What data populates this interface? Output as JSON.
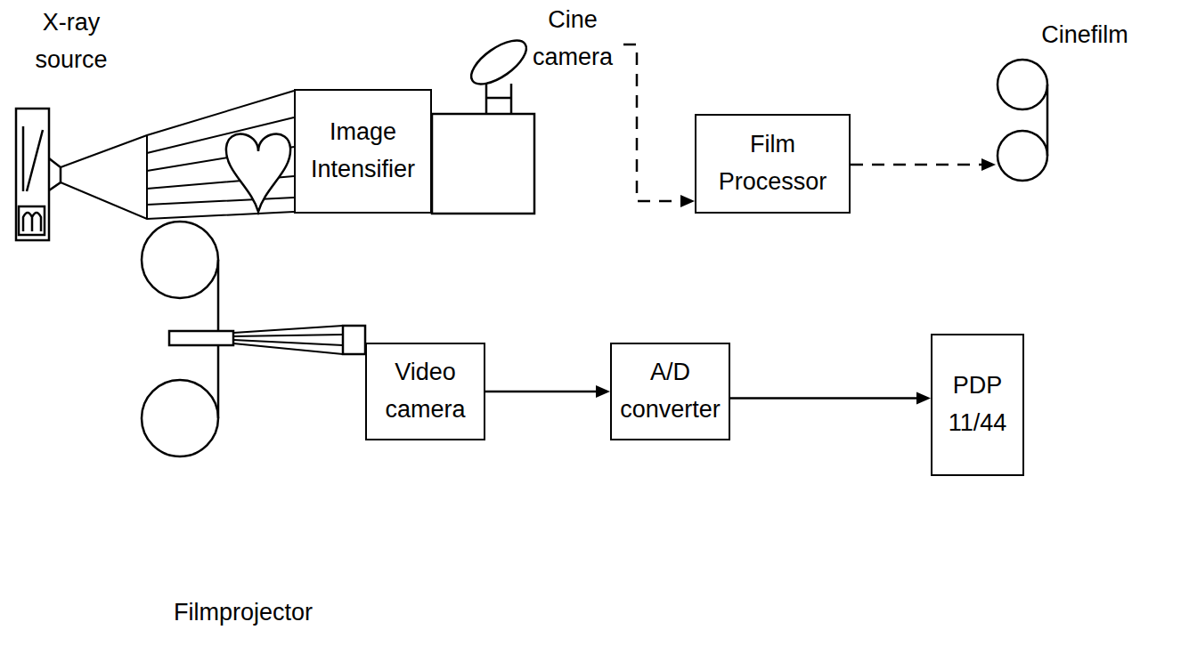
{
  "diagram": {
    "nodes": [
      {
        "text": [
          "Cine camera"
        ]
      },
      {
        "text": [
          "Image Intensifier"
        ]
      },
      {
        "text": [
          "Film Processor"
        ]
      },
      {
        "text": [
          "Cinefilm"
        ]
      },
      {
        "text": [
          "Video camera"
        ]
      },
      {
        "text": [
          "A/D converter"
        ]
      },
      {
        "text": [
          "PDP 11/44"
        ]
      }
    ],
    "edges": [
      {
        "from": 0,
        "to": 2,
        "arrow": "to"
      },
      {
        "from": 2,
        "to": 3,
        "arrow": "to"
      },
      {
        "from": 4,
        "to": 5,
        "arrow": "to"
      },
      {
        "from": 5,
        "to": 6,
        "arrow": "to"
      }
    ],
    "labels": [
      "X-ray source",
      "Filmprojector"
    ]
  }
}
